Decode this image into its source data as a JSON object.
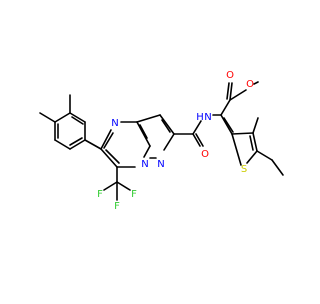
{
  "colors": {
    "background": "#ffffff",
    "bond": "#000000",
    "nitrogen": "#0000ff",
    "oxygen": "#ff0000",
    "sulfur": "#cccc00",
    "fluorine": "#33cc33"
  },
  "atom_labels": {
    "n_pyrimidine": "N",
    "n_bridge": "N",
    "n_pyrazole": "N",
    "n_amide": "N",
    "h_amide": "H",
    "o_amide": "O",
    "o_ester_carbonyl": "O",
    "o_ester_ether": "O",
    "s_thiophene": "S",
    "f_top": "F",
    "f_left": "F",
    "f_right": "F"
  }
}
